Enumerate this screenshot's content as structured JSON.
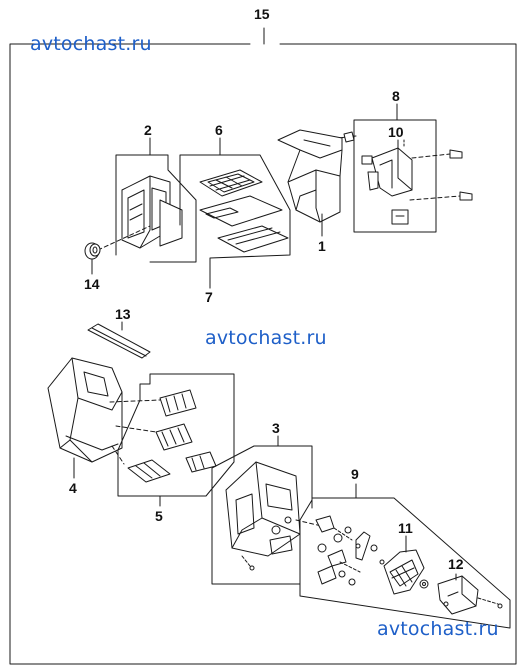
{
  "watermarks": [
    "avtochast.ru",
    "avtochast.ru",
    "avtochast.ru"
  ],
  "callouts": {
    "c15": "15",
    "c8": "8",
    "c10": "10",
    "c2": "2",
    "c6": "6",
    "c1": "1",
    "c14": "14",
    "c7": "7",
    "c13": "13",
    "c3": "3",
    "c9": "9",
    "c4": "4",
    "c5": "5",
    "c11": "11",
    "c12": "12"
  },
  "colors": {
    "line": "#1a1a1a",
    "watermark": "#1e5fc8",
    "background": "#ffffff"
  }
}
